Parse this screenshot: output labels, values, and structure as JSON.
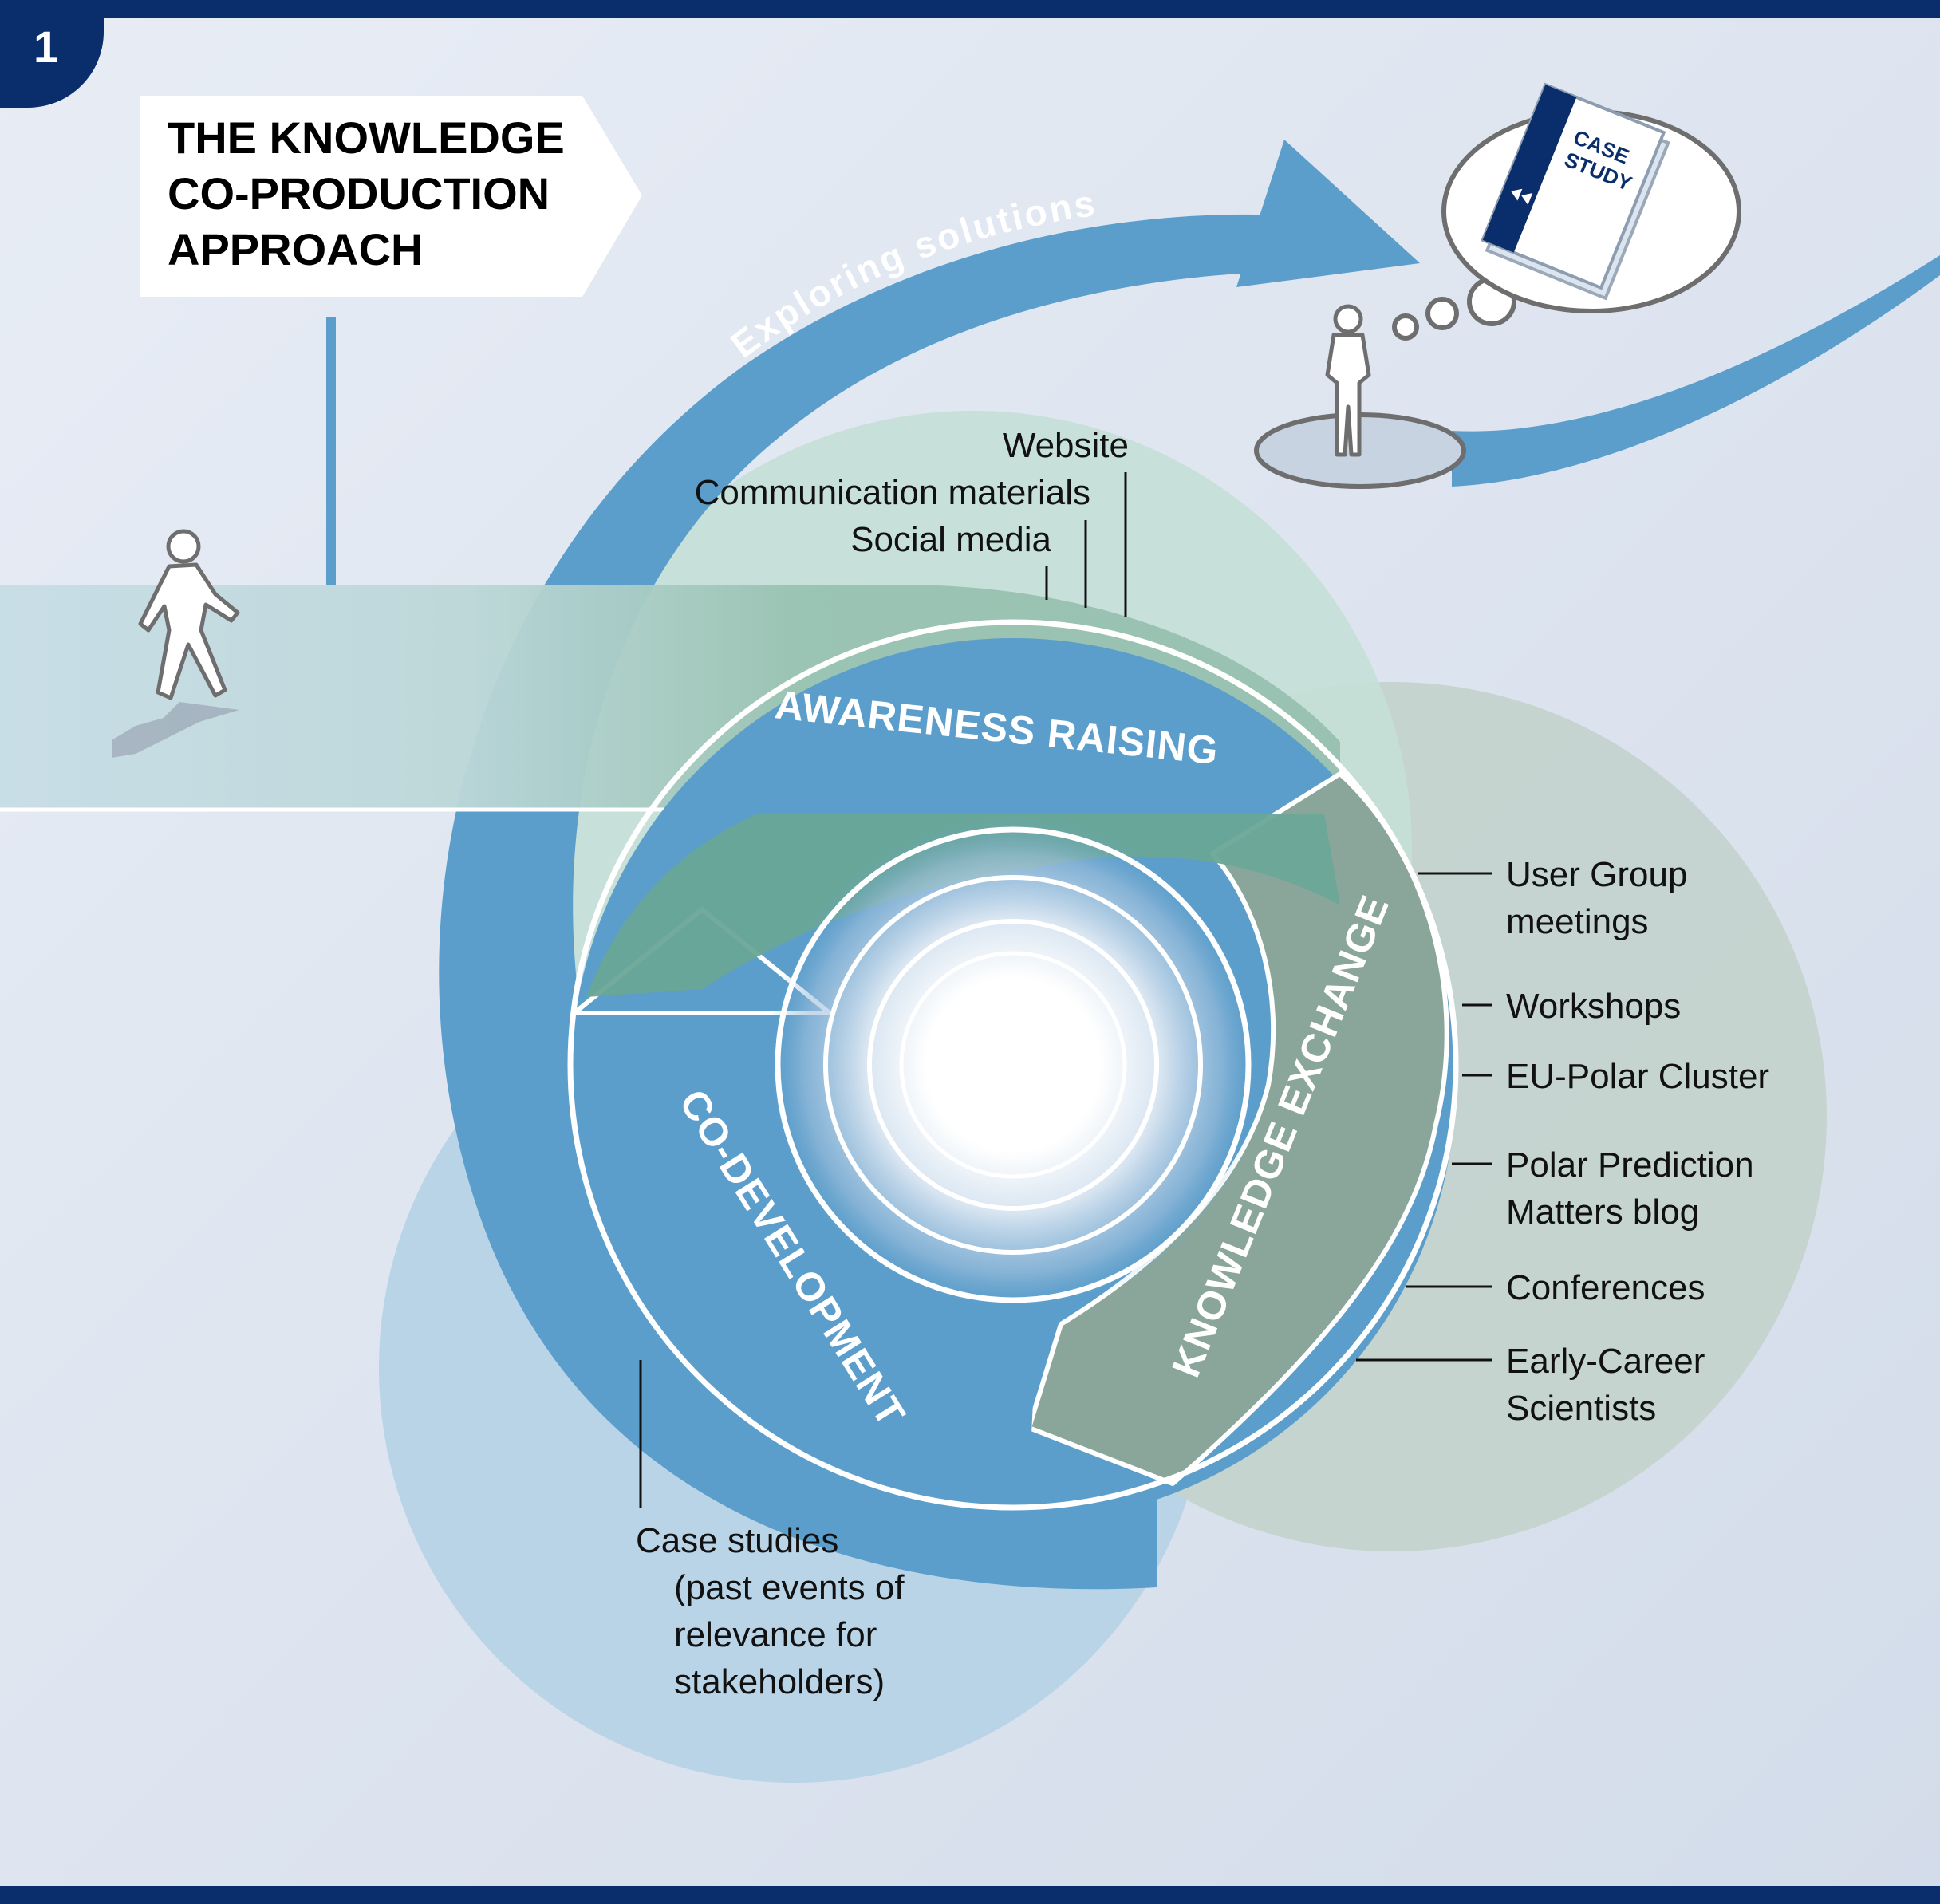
{
  "badge_number": "1",
  "title_lines": [
    "THE KNOWLEDGE",
    "CO-PRODUCTION",
    "APPROACH"
  ],
  "exploring_label": "Exploring solutions",
  "case_study_book": [
    "CASE",
    "STUDY"
  ],
  "phases": {
    "awareness": "AWARENESS RAISING",
    "knowledge": "KNOWLEDGE EXCHANGE",
    "codevelopment": "CO-DEVELOPMENT"
  },
  "awareness_items": [
    "Website",
    "Communication materials",
    "Social media"
  ],
  "exchange_items": {
    "user_group": [
      "User Group",
      "meetings"
    ],
    "workshops": "Workshops",
    "eu_polar": "EU-Polar Cluster",
    "blog": [
      "Polar Prediction",
      "Matters blog"
    ],
    "conferences": "Conferences",
    "early_career": [
      "Early-Career",
      "Scientists"
    ]
  },
  "codevelopment_items": {
    "case_studies": "Case studies",
    "case_studies_detail": [
      "(past events of",
      "relevance for",
      "stakeholders)"
    ]
  },
  "colors": {
    "navy": "#0a2e6b",
    "background": "#e2e8f2",
    "blue_arrow": "#5b9ecb",
    "green_light": "#c5dfd7",
    "green_arrow": "#97c0b0",
    "grey_green": "#c4d3cd",
    "exchange_arrow": "#8aa69a",
    "blue_light": "#b9d3e7"
  }
}
